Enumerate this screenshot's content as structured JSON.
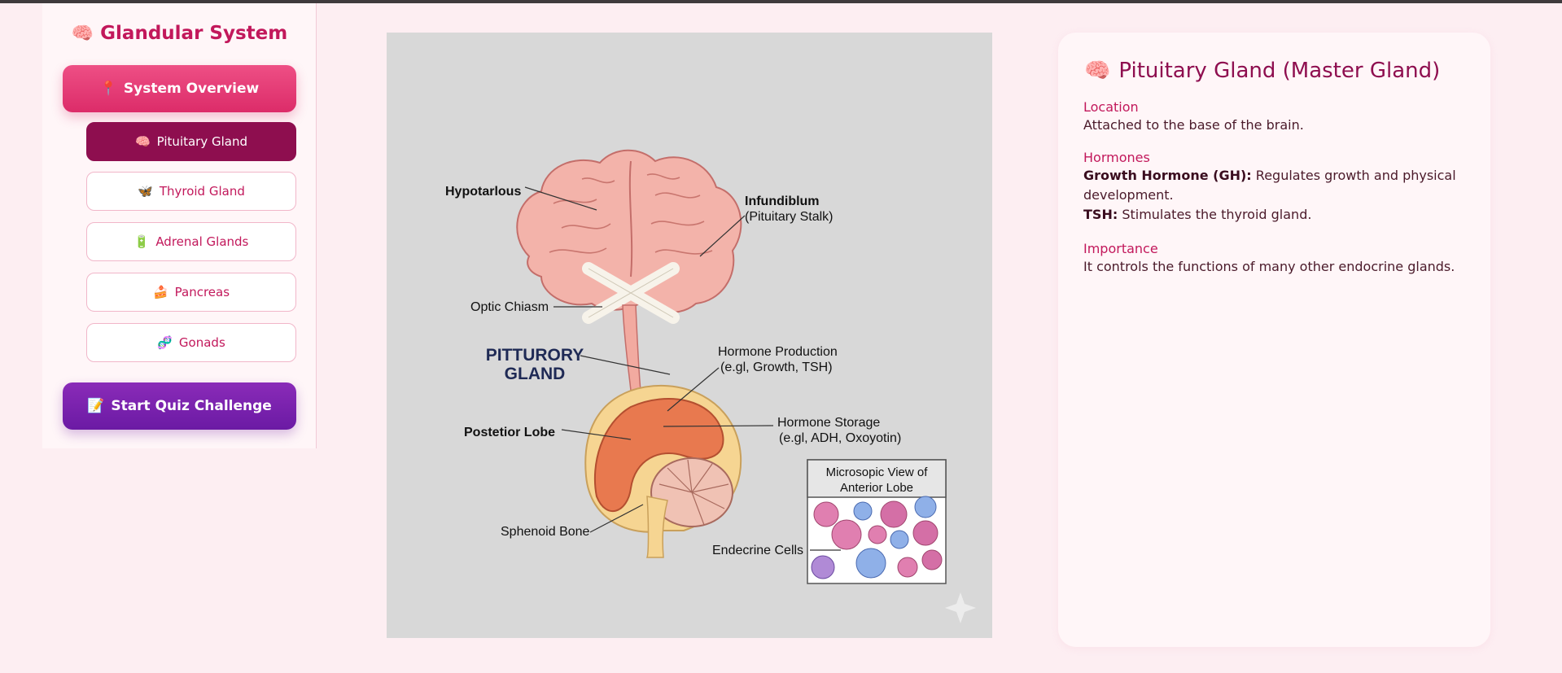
{
  "sidebar": {
    "brand_icon": "🧠",
    "brand": "Glandular System",
    "overview": {
      "icon": "📍",
      "label": "System Overview"
    },
    "items": [
      {
        "icon": "🧠",
        "label": "Pituitary Gland",
        "active": true
      },
      {
        "icon": "🦋",
        "label": "Thyroid Gland"
      },
      {
        "icon": "🔋",
        "label": "Adrenal Glands"
      },
      {
        "icon": "🍰",
        "label": "Pancreas"
      },
      {
        "icon": "🧬",
        "label": "Gonads"
      }
    ],
    "quiz": {
      "icon": "📝",
      "label": "Start Quiz Challenge"
    }
  },
  "diagram": {
    "labels": {
      "hypotarlous": "Hypotarlous",
      "infundiblum": "Infundiblum",
      "pituitary_stalk": "(Pituitary Stalk)",
      "optic_chiasm": "Optic Chiasm",
      "pitturory_line1": "PITTURORY",
      "pitturory_line2": "GLAND",
      "hormone_production": "Hormone Production",
      "hormone_production_eg": "(e.gl, Growth, TSH)",
      "postetior_lobe": "Postetior Lobe",
      "hormone_storage": "Hormone Storage",
      "hormone_storage_eg": "(e.gl, ADH, Oxoyotin)",
      "microsopic_line1": "Microsopic View of",
      "microsopic_line2": "Anterior Lobe",
      "sphenoid_bone": "Sphenoid Bone",
      "endecrine_cells": "Endecrine Cells"
    }
  },
  "detail": {
    "icon": "🧠",
    "title": "Pituitary Gland (Master Gland)",
    "location": {
      "heading": "Location",
      "text": "Attached to the base of the brain."
    },
    "hormones": {
      "heading": "Hormones",
      "gh_label": "Growth Hormone (GH):",
      "gh_text": "Regulates growth and physical development.",
      "tsh_label": "TSH:",
      "tsh_text": "Stimulates the thyroid gland."
    },
    "importance": {
      "heading": "Importance",
      "text": "It controls the functions of many other endocrine glands."
    }
  },
  "colors": {
    "accent": "#c2185b",
    "active_item": "#8e0e4f",
    "quiz": "#7b1fa2",
    "background": "#fdeef2"
  }
}
